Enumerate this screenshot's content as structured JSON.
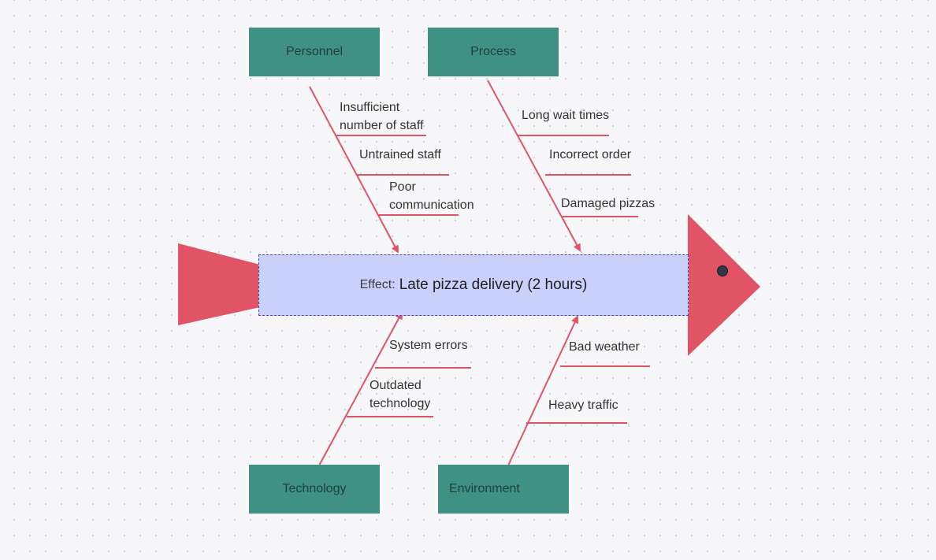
{
  "effect": {
    "prefix": "Effect:",
    "text": "Late pizza delivery (2 hours)"
  },
  "categories": {
    "personnel": {
      "label": "Personnel",
      "causes": [
        {
          "lines": [
            "Insufficient",
            "number of staff"
          ]
        },
        {
          "lines": [
            "Untrained staff"
          ]
        },
        {
          "lines": [
            "Poor",
            "communication"
          ]
        }
      ]
    },
    "process": {
      "label": "Process",
      "causes": [
        {
          "lines": [
            "Long wait times"
          ]
        },
        {
          "lines": [
            "Incorrect order"
          ]
        },
        {
          "lines": [
            "Damaged pizzas"
          ]
        }
      ]
    },
    "technology": {
      "label": "Technology",
      "causes": [
        {
          "lines": [
            "System errors"
          ]
        },
        {
          "lines": [
            "Outdated",
            "technology"
          ]
        }
      ]
    },
    "environment": {
      "label": "Environment",
      "causes": [
        {
          "lines": [
            "Bad weather"
          ]
        },
        {
          "lines": [
            "Heavy traffic"
          ]
        }
      ]
    }
  },
  "colors": {
    "bone": "#e05466",
    "category_box": "#3f9184",
    "effect_fill": "#c9d1fb",
    "effect_border": "#3a45d9",
    "eye": "#2d3a4a"
  }
}
